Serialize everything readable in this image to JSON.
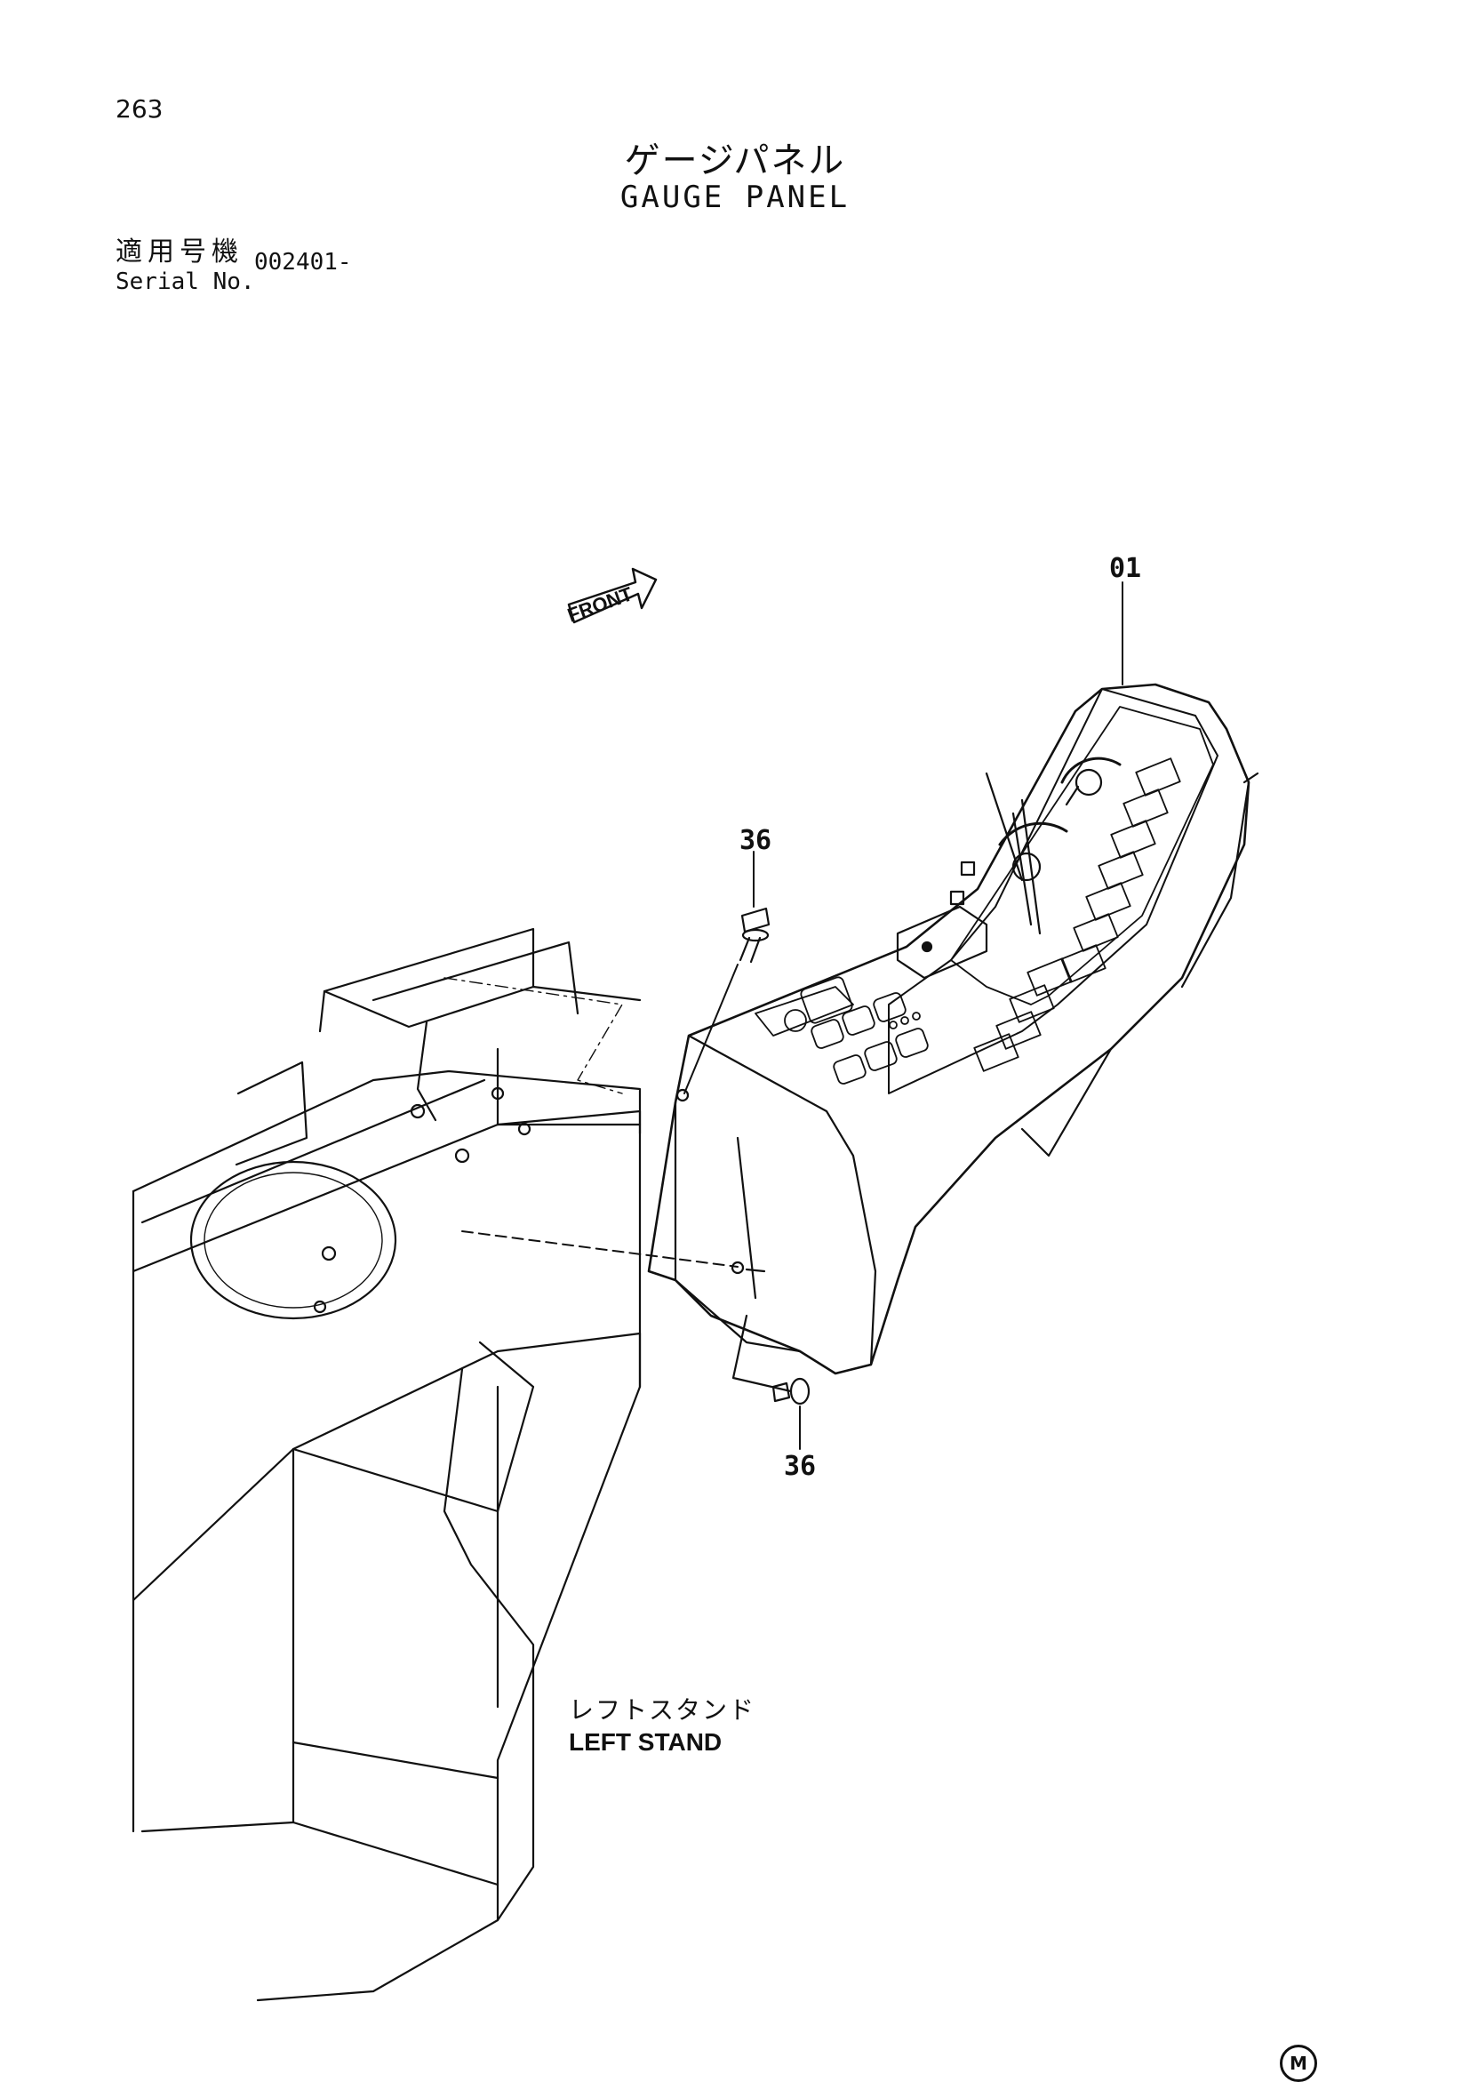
{
  "page_number": "263",
  "title": {
    "jp": "ゲージパネル",
    "en": "GAUGE PANEL"
  },
  "serial": {
    "jp_label": "適用号機",
    "en_label": "Serial No.",
    "value": "002401-"
  },
  "front_label": "FRONT",
  "callouts": {
    "part_01": "01",
    "part_36_top": "36",
    "part_36_bottom": "36"
  },
  "left_stand": {
    "jp": "レフトスタンド",
    "en": "LEFT STAND"
  },
  "mark": "M"
}
